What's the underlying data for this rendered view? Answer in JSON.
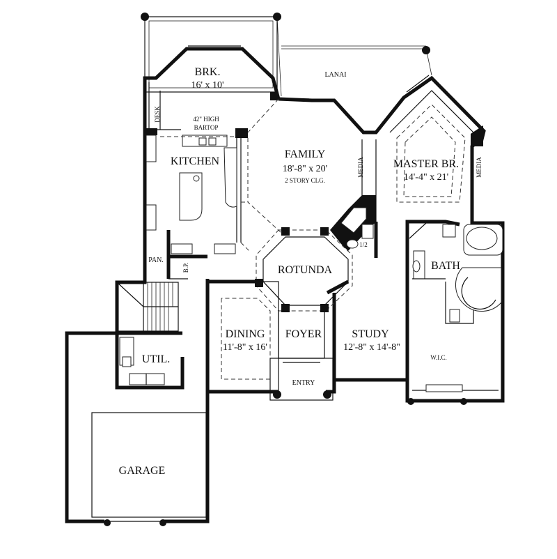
{
  "plan": {
    "rooms": {
      "brk": {
        "name": "BRK.",
        "dims": "16' x 10'"
      },
      "lanai": {
        "name": "LANAI"
      },
      "desk": {
        "name": "DESK"
      },
      "bartop": {
        "line1": "42\" HIGH",
        "line2": "BARTOP"
      },
      "kitchen": {
        "name": "KITCHEN"
      },
      "family": {
        "name": "FAMILY",
        "dims": "18'-8\" x 20'",
        "note": "2 STORY CLG."
      },
      "media_family": {
        "name": "MEDIA"
      },
      "master": {
        "name": "MASTER BR.",
        "dims": "14'-4\" x 21'"
      },
      "media_master": {
        "name": "MEDIA"
      },
      "half_bath": {
        "name": "1/2"
      },
      "pantry": {
        "name": "PAN."
      },
      "bp": {
        "name": "B.P."
      },
      "rotunda": {
        "name": "ROTUNDA"
      },
      "bath": {
        "name": "BATH"
      },
      "dining": {
        "name": "DINING",
        "dims": "11'-8\" x 16'"
      },
      "foyer": {
        "name": "FOYER"
      },
      "study": {
        "name": "STUDY",
        "dims": "12'-8\" x 14'-8\""
      },
      "util": {
        "name": "UTIL."
      },
      "wic": {
        "name": "W.I.C."
      },
      "entry": {
        "name": "ENTRY"
      },
      "garage": {
        "name": "GARAGE"
      }
    }
  }
}
